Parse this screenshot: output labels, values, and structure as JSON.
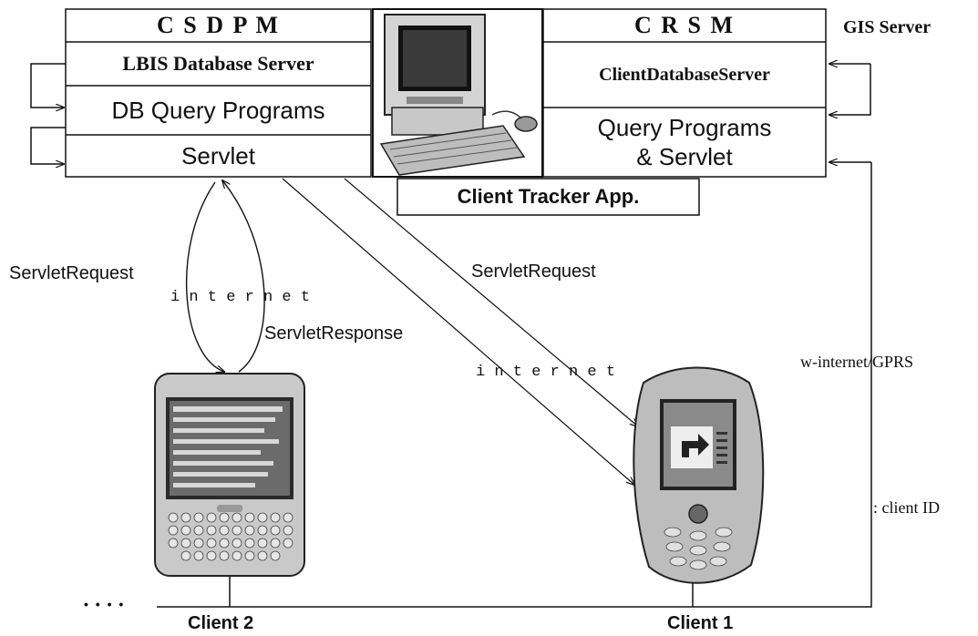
{
  "left_server": {
    "title": "C S D P M",
    "rows": [
      "LBIS Database Server",
      "DB Query Programs",
      "Servlet"
    ]
  },
  "right_server": {
    "title": "C R S M",
    "rows": [
      "ClientDatabaseServer",
      "Query Programs\n& Servlet"
    ],
    "side_label": "GIS Server"
  },
  "tracker_label": "Client Tracker App.",
  "edge_labels": {
    "left_request": "ServletRequest",
    "left_internet": "i n t e r n e t",
    "response": "ServletResponse",
    "right_request": "ServletRequest",
    "right_internet": "i n t e r n e t",
    "gprs": "w-internet/GPRS",
    "client_id": ": client ID",
    "dots": "• • • •"
  },
  "clients": {
    "client2": "Client 2",
    "client1": "Client 1"
  },
  "colors": {
    "line": "#111111",
    "box_fill": "#ffffff"
  }
}
